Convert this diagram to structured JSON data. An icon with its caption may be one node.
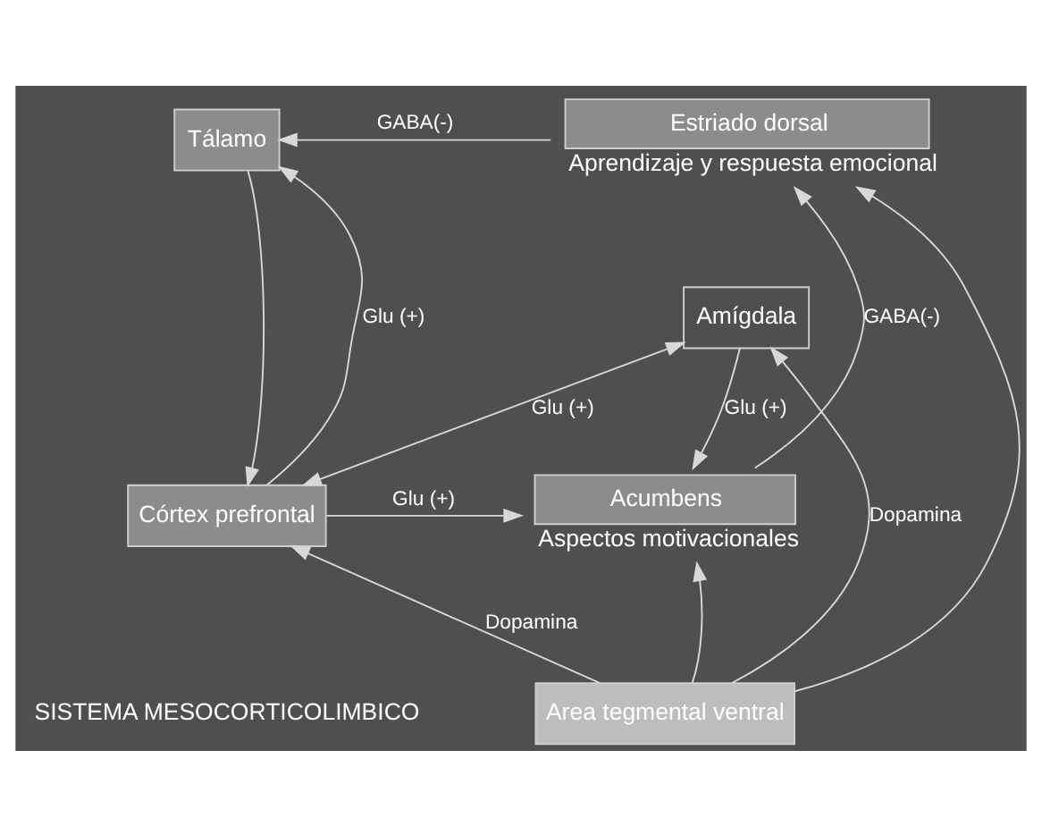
{
  "diagram": {
    "nodes": [
      {
        "text": [
          "Tálamo"
        ]
      },
      {
        "text": [
          "Estriado dorsal"
        ],
        "beside": [
          "Aprendizaje y respuesta emocional"
        ]
      },
      {
        "text": [
          "Amígdala"
        ]
      },
      {
        "text": [
          "Acumbens"
        ],
        "beside": [
          "Aspectos motivacionales"
        ]
      },
      {
        "text": [
          "Córtex prefrontal"
        ]
      },
      {
        "text": [
          "Area tegmental ventral"
        ]
      }
    ],
    "edges": [
      {
        "from": 1,
        "to": 0,
        "arrow": "to",
        "label": "GABA(-)"
      },
      {
        "from": 0,
        "to": 4,
        "arrow": "to"
      },
      {
        "from": 4,
        "to": 0,
        "arrow": "to",
        "label": "Glu (+)"
      },
      {
        "from": 2,
        "to": 4,
        "arrow": "both",
        "label": "Glu (+)"
      },
      {
        "from": 3,
        "to": 1,
        "arrow": "to",
        "label": "GABA(-)"
      },
      {
        "from": 5,
        "to": 1,
        "arrow": "to"
      },
      {
        "from": 2,
        "to": 3,
        "arrow": "to",
        "label": "Glu (+)"
      },
      {
        "from": 5,
        "to": 3,
        "arrow": "to"
      },
      {
        "from": 4,
        "to": 3,
        "arrow": "to",
        "label": "Glu (+)"
      },
      {
        "from": 5,
        "to": 4,
        "arrow": "to",
        "label": "Dopamina"
      },
      {
        "from": 5,
        "to": 2,
        "arrow": "to",
        "label": "Dopamina"
      }
    ],
    "labels": [
      "SISTEMA MESOCORTICOLIMBICO"
    ]
  }
}
